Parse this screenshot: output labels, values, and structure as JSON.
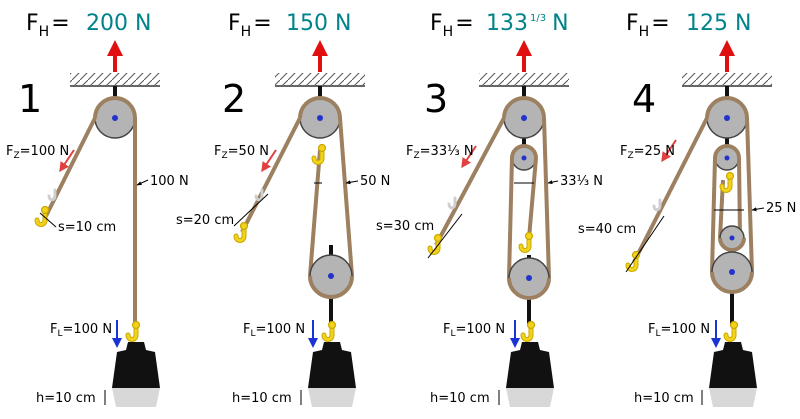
{
  "colors": {
    "rope": "#9c8060",
    "wheel": "#b4b4b4",
    "weight": "#111111",
    "hook": "#f2d21a",
    "force_up": "#e01010",
    "force_pull": "#e04040",
    "force_down": "#1a33d6",
    "value": "#00838a"
  },
  "panels": [
    {
      "number": "1",
      "fh_prefix": "F",
      "fh_sub": "H",
      "fh_eq": "=",
      "fh_value": "200 N",
      "fz_prefix": "F",
      "fz_sub": "Z",
      "fz_value": "=100 N",
      "rope_force": "100 N",
      "s_label": "s=10 cm",
      "fl_prefix": "F",
      "fl_sub": "L",
      "fl_value": "=100 N",
      "h_label": "h=10 cm"
    },
    {
      "number": "2",
      "fh_prefix": "F",
      "fh_sub": "H",
      "fh_eq": "=",
      "fh_value": "150 N",
      "fz_prefix": "F",
      "fz_sub": "Z",
      "fz_value": "=50 N",
      "rope_force": "50 N",
      "s_label": "s=20 cm",
      "fl_prefix": "F",
      "fl_sub": "L",
      "fl_value": "=100 N",
      "h_label": "h=10 cm"
    },
    {
      "number": "3",
      "fh_prefix": "F",
      "fh_sub": "H",
      "fh_eq": "=",
      "fh_value": "133",
      "fh_frac": "1/3",
      "fh_unit": "N",
      "fz_prefix": "F",
      "fz_sub": "Z",
      "fz_value": "=33⅓ N",
      "rope_force": "33⅓ N",
      "s_label": "s=30 cm",
      "fl_prefix": "F",
      "fl_sub": "L",
      "fl_value": "=100 N",
      "h_label": "h=10 cm"
    },
    {
      "number": "4",
      "fh_prefix": "F",
      "fh_sub": "H",
      "fh_eq": "=",
      "fh_value": "125 N",
      "fz_prefix": "F",
      "fz_sub": "Z",
      "fz_value": "=25 N",
      "rope_force": "25 N",
      "s_label": "s=40 cm",
      "fl_prefix": "F",
      "fl_sub": "L",
      "fl_value": "=100 N",
      "h_label": "h=10 cm"
    }
  ]
}
